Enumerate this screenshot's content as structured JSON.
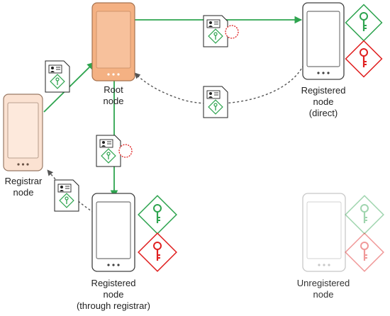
{
  "colors": {
    "accent_green": "#2ea44f",
    "key_red": "#e02020",
    "root_fill": "#f4b183",
    "registrar_fill": "#fbe2d2",
    "device_stroke": "#404040",
    "unregistered_stroke": "#c8c8c8",
    "dashed_arrow": "#555555",
    "seal_red": "#e02020"
  },
  "nodes": {
    "registrar": {
      "label_lines": [
        "Registrar",
        "node"
      ]
    },
    "root": {
      "label_lines": [
        "Root",
        "node"
      ]
    },
    "direct": {
      "label_lines": [
        "Registered",
        "node",
        "(direct)"
      ]
    },
    "through_registrar": {
      "label_lines": [
        "Registered",
        "node",
        "(through registrar)"
      ]
    },
    "unregistered": {
      "label_lines": [
        "Unregistered",
        "node"
      ]
    }
  },
  "icons": {
    "device": "smartphone-icon",
    "certificate": "certificate-document-icon",
    "seal": "red-seal-icon",
    "key_green": "green-key-diamond-icon",
    "key_red": "red-key-diamond-icon"
  }
}
